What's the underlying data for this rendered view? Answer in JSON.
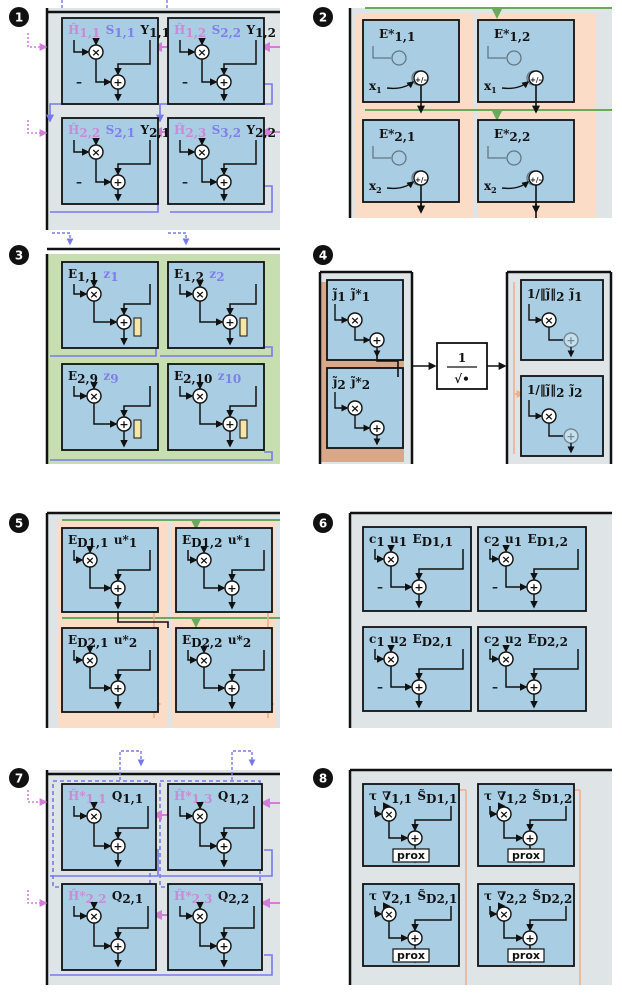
{
  "colors": {
    "panel_bg": "#dfe5e6",
    "cell_fill": "#a9cde3",
    "orange_band": "#fbdcc7",
    "green_band": "#c6deb0",
    "brown_band": "#d9a88a",
    "pink": "#d27fd7",
    "blue_line": "#7878ee",
    "green_line": "#6aaa5a",
    "orange_line": "#f2ae8a"
  },
  "panels": [
    {
      "number": "1",
      "cells": [
        {
          "parts": [
            [
              "Ĥ",
              "1,1",
              "pink"
            ],
            [
              "S",
              "1,1",
              "blue"
            ],
            [
              "Y",
              "1,1",
              "dark"
            ]
          ],
          "minus": "–"
        },
        {
          "parts": [
            [
              "Ĥ",
              "1,2",
              "pink"
            ],
            [
              "S",
              "2,2",
              "blue"
            ],
            [
              "Y",
              "1,2",
              "dark"
            ]
          ],
          "minus": "–"
        },
        {
          "parts": [
            [
              "Ĥ",
              "2,2",
              "pink"
            ],
            [
              "S",
              "2,1",
              "blue"
            ],
            [
              "Y",
              "2,1",
              "dark"
            ]
          ],
          "minus": "–"
        },
        {
          "parts": [
            [
              "Ĥ",
              "2,3",
              "pink"
            ],
            [
              "S",
              "3,2",
              "blue"
            ],
            [
              "Y",
              "2,2",
              "dark"
            ]
          ],
          "minus": "–"
        }
      ]
    },
    {
      "number": "2",
      "cells": [
        {
          "parts": [
            [
              "E*",
              "1,1",
              "dark"
            ]
          ],
          "x": "x",
          "xsub": "1",
          "op": "+/–"
        },
        {
          "parts": [
            [
              "E*",
              "1,2",
              "dark"
            ]
          ],
          "x": "x",
          "xsub": "1",
          "op": "+/–"
        },
        {
          "parts": [
            [
              "E*",
              "2,1",
              "dark"
            ]
          ],
          "x": "x",
          "xsub": "2",
          "op": "+/–"
        },
        {
          "parts": [
            [
              "E*",
              "2,2",
              "dark"
            ]
          ],
          "x": "x",
          "xsub": "2",
          "op": "+/–"
        }
      ]
    },
    {
      "number": "3",
      "cells": [
        {
          "parts": [
            [
              "E",
              "1,1",
              "dark"
            ],
            [
              "z",
              "1",
              "blue"
            ]
          ]
        },
        {
          "parts": [
            [
              "E",
              "1,2",
              "dark"
            ],
            [
              "z",
              "2",
              "blue"
            ]
          ]
        },
        {
          "parts": [
            [
              "E",
              "2,9",
              "dark"
            ],
            [
              "z",
              "9",
              "blue"
            ]
          ]
        },
        {
          "parts": [
            [
              "E",
              "2,10",
              "dark"
            ],
            [
              "z",
              "10",
              "blue"
            ]
          ]
        }
      ]
    },
    {
      "number": "4",
      "cells": [
        {
          "parts": [
            [
              "j̃",
              "1",
              "dark"
            ],
            [
              "j̃*",
              "1",
              "dark"
            ]
          ]
        },
        {
          "parts": [
            [
              "j̃",
              "2",
              "dark"
            ],
            [
              "j̃*",
              "2",
              "dark"
            ]
          ]
        },
        {
          "parts": [
            [
              "1/‖j̃‖",
              "2",
              "dark"
            ],
            [
              "j̃",
              "1",
              "dark"
            ]
          ]
        },
        {
          "parts": [
            [
              "1/‖j̃‖",
              "2",
              "dark"
            ],
            [
              "j̃",
              "2",
              "dark"
            ]
          ]
        }
      ],
      "sqrt_box": {
        "numerator": "1",
        "denominator": "√•"
      }
    },
    {
      "number": "5",
      "cells": [
        {
          "parts": [
            [
              "E",
              "D1,1",
              "dark"
            ],
            [
              "u*",
              "1",
              "dark"
            ]
          ]
        },
        {
          "parts": [
            [
              "E",
              "D1,2",
              "dark"
            ],
            [
              "u*",
              "1",
              "dark"
            ]
          ]
        },
        {
          "parts": [
            [
              "E",
              "D2,1",
              "dark"
            ],
            [
              "u*",
              "2",
              "dark"
            ]
          ]
        },
        {
          "parts": [
            [
              "E",
              "D2,2",
              "dark"
            ],
            [
              "u*",
              "2",
              "dark"
            ]
          ]
        }
      ]
    },
    {
      "number": "6",
      "cells": [
        {
          "parts": [
            [
              "c",
              "1",
              "dark"
            ],
            [
              "u",
              "1",
              "dark"
            ],
            [
              "E",
              "D1,1",
              "dark"
            ]
          ],
          "minus": "–"
        },
        {
          "parts": [
            [
              "c",
              "2",
              "dark"
            ],
            [
              "u",
              "1",
              "dark"
            ],
            [
              "E",
              "D1,2",
              "dark"
            ]
          ],
          "minus": "–"
        },
        {
          "parts": [
            [
              "c",
              "1",
              "dark"
            ],
            [
              "u",
              "2",
              "dark"
            ],
            [
              "E",
              "D2,1",
              "dark"
            ]
          ],
          "minus": "–"
        },
        {
          "parts": [
            [
              "c",
              "2",
              "dark"
            ],
            [
              "u",
              "2",
              "dark"
            ],
            [
              "E",
              "D2,2",
              "dark"
            ]
          ],
          "minus": "–"
        }
      ]
    },
    {
      "number": "7",
      "cells": [
        {
          "parts": [
            [
              "Ĥ*",
              "1,1",
              "pink"
            ],
            [
              "Q",
              "1,1",
              "dark"
            ]
          ]
        },
        {
          "parts": [
            [
              "Ĥ*",
              "1,3",
              "pink"
            ],
            [
              "Q",
              "1,2",
              "dark"
            ]
          ]
        },
        {
          "parts": [
            [
              "Ĥ*",
              "2,2",
              "pink"
            ],
            [
              "Q",
              "2,1",
              "dark"
            ]
          ]
        },
        {
          "parts": [
            [
              "Ĥ*",
              "2,3",
              "pink"
            ],
            [
              "Q",
              "2,2",
              "dark"
            ]
          ]
        }
      ]
    },
    {
      "number": "8",
      "cells": [
        {
          "parts": [
            [
              "τ",
              "",
              "dark"
            ],
            [
              "∇",
              "1,1",
              "dark"
            ],
            [
              "S̃",
              "D1,1",
              "dark"
            ]
          ],
          "prox": "prox"
        },
        {
          "parts": [
            [
              "τ",
              "",
              "dark"
            ],
            [
              "∇",
              "1,2",
              "dark"
            ],
            [
              "S̃",
              "D1,2",
              "dark"
            ]
          ],
          "prox": "prox"
        },
        {
          "parts": [
            [
              "τ",
              "",
              "dark"
            ],
            [
              "∇",
              "2,1",
              "dark"
            ],
            [
              "S̃",
              "D2,1",
              "dark"
            ]
          ],
          "prox": "prox"
        },
        {
          "parts": [
            [
              "τ",
              "",
              "dark"
            ],
            [
              "∇",
              "2,2",
              "dark"
            ],
            [
              "S̃",
              "D2,2",
              "dark"
            ]
          ],
          "prox": "prox"
        }
      ]
    }
  ]
}
